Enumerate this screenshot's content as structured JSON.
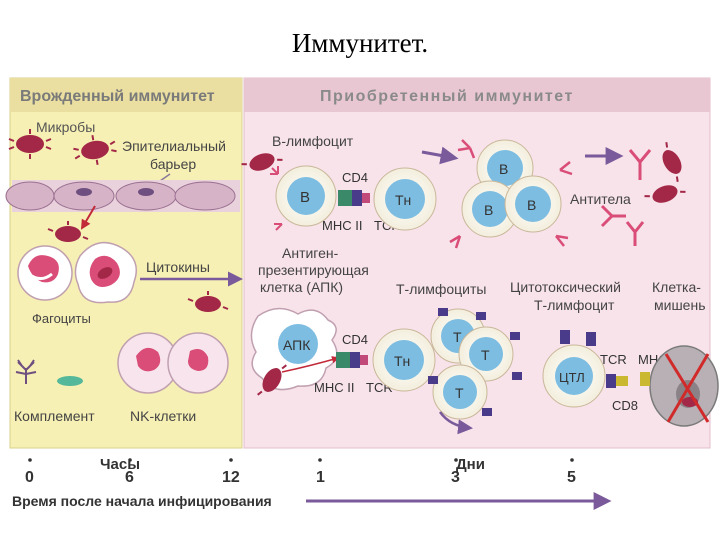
{
  "title": "Иммунитет.",
  "innate": {
    "header": "Врожденный иммунитет",
    "microbes": "Микробы",
    "barrier_line1": "Эпителиальный",
    "barrier_line2": "барьер",
    "phagocytes": "Фагоциты",
    "cytokines": "Цитокины",
    "complement": "Комплемент",
    "nk_cells": "NK-клетки"
  },
  "adaptive": {
    "header": "Приобретенный иммунитет",
    "b_lymphocyte": "В-лимфоцит",
    "cd4": "CD4",
    "mhc2": "МНС II",
    "tcr": "TCR",
    "apc_line1": "Антиген-",
    "apc_line2": "презентирующая",
    "apc_line3": "клетка (АПК)",
    "apc": "АПК",
    "b": "В",
    "th": "Тн",
    "t": "Т",
    "antibodies": "Антитела",
    "t_lymphocytes": "Т-лимфоциты",
    "ctl_line1": "Цитотоксический",
    "ctl_line2": "Т-лимфоцит",
    "ctl": "ЦТЛ",
    "mhc1": "МНС I",
    "cd8": "CD8",
    "target_line1": "Клетка-",
    "target_line2": "мишень"
  },
  "timeline": {
    "hours": "Часы",
    "days": "Дни",
    "ticks": [
      "0",
      "6",
      "12",
      "1",
      "3",
      "5"
    ],
    "axis_label": "Время после начала инфицирования"
  },
  "colors": {
    "innate_bg": "#f7f0b4",
    "adaptive_bg": "#f8e3ea",
    "header_bg": "#e9c7d2",
    "cell_blue": "#7dbde1",
    "arrow": "#7a5a9a",
    "microbe": "#a32746"
  }
}
